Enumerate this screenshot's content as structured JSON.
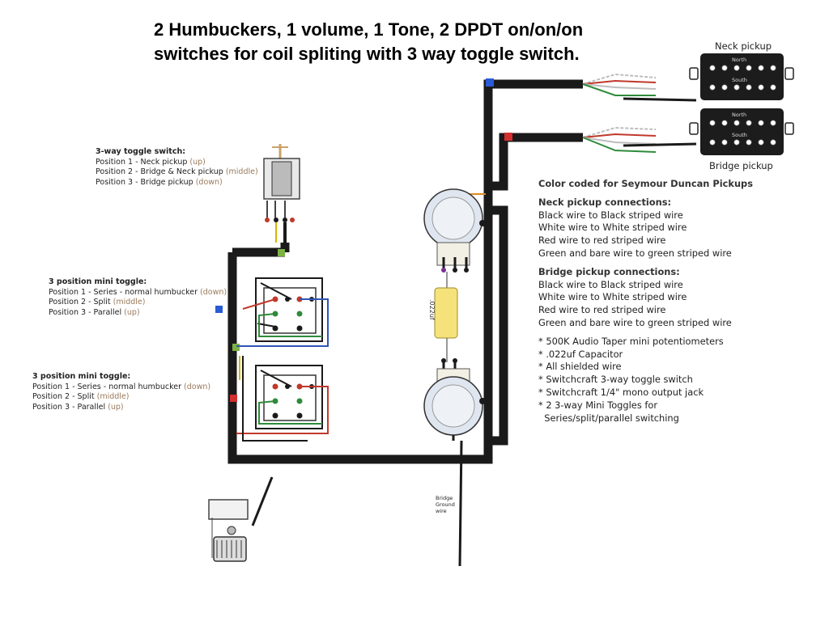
{
  "title": {
    "line1": "2 Humbuckers, 1 volume, 1 Tone, 2 DPDT on/on/on",
    "line2": "switches for coil spliting with 3 way toggle switch."
  },
  "toggle_3way": {
    "heading": "3-way toggle switch:",
    "positions": [
      {
        "label": "Position 1 - Neck  pickup",
        "state": "(up)"
      },
      {
        "label": "Position 2 - Bridge & Neck pickup",
        "state": "(middle)"
      },
      {
        "label": "Position 3 - Bridge pickup",
        "state": "(down)"
      }
    ]
  },
  "mini_toggle_1": {
    "heading": "3 position mini toggle:",
    "positions": [
      {
        "label": "Position 1 - Series  - normal humbucker",
        "state": "(down)"
      },
      {
        "label": "Position 2 - Split",
        "state": "(middle)"
      },
      {
        "label": "Position 3 - Parallel",
        "state": "(up)"
      }
    ]
  },
  "mini_toggle_2": {
    "heading": "3 position mini toggle:",
    "positions": [
      {
        "label": "Position 1 - Series  - normal humbucker",
        "state": "(down)"
      },
      {
        "label": "Position 2 - Split",
        "state": "(middle)"
      },
      {
        "label": "Position 3 - Parallel",
        "state": "(up)"
      }
    ]
  },
  "pickups": {
    "neck_label": "Neck pickup",
    "bridge_label": "Bridge pickup",
    "north": "North",
    "south": "South"
  },
  "capacitor_label": ".022uf",
  "bridge_ground_label": [
    "Bridge",
    "Ground",
    "wire"
  ],
  "notes": {
    "color_coded": "Color coded for Seymour Duncan Pickups",
    "neck_heading": "Neck pickup connections:",
    "neck_lines": [
      "Black wire to Black striped wire",
      "White wire to White striped wire",
      "Red wire to red striped wire",
      "Green and bare wire to green striped wire"
    ],
    "bridge_heading": "Bridge pickup connections:",
    "bridge_lines": [
      "Black wire to Black striped wire",
      "White wire to White striped wire",
      "Red wire to red striped wire",
      "Green and bare wire to green striped wire"
    ],
    "parts": [
      "* 500K Audio Taper mini potentiometers",
      "* .022uf Capacitor",
      "* All shielded wire",
      "* Switchcraft 3-way toggle switch",
      "* Switchcraft 1/4\" mono output jack",
      "* 2 3-way Mini Toggles for",
      "  Series/split/parallel switching"
    ]
  },
  "colors": {
    "ground_bus": "#1a1a1a",
    "wire_red": "#c0392b",
    "wire_green": "#2e8b3a",
    "wire_blue": "#2f55b5",
    "wire_white": "#bdbdbd",
    "wire_yellow": "#d9b400",
    "wire_orange": "#e08a1e",
    "wire_purple": "#7b2f8f",
    "marker_blue": "#2a5bd7",
    "marker_red": "#d32f2f",
    "marker_green": "#7cb342",
    "state_text": "#9a7a5c"
  }
}
